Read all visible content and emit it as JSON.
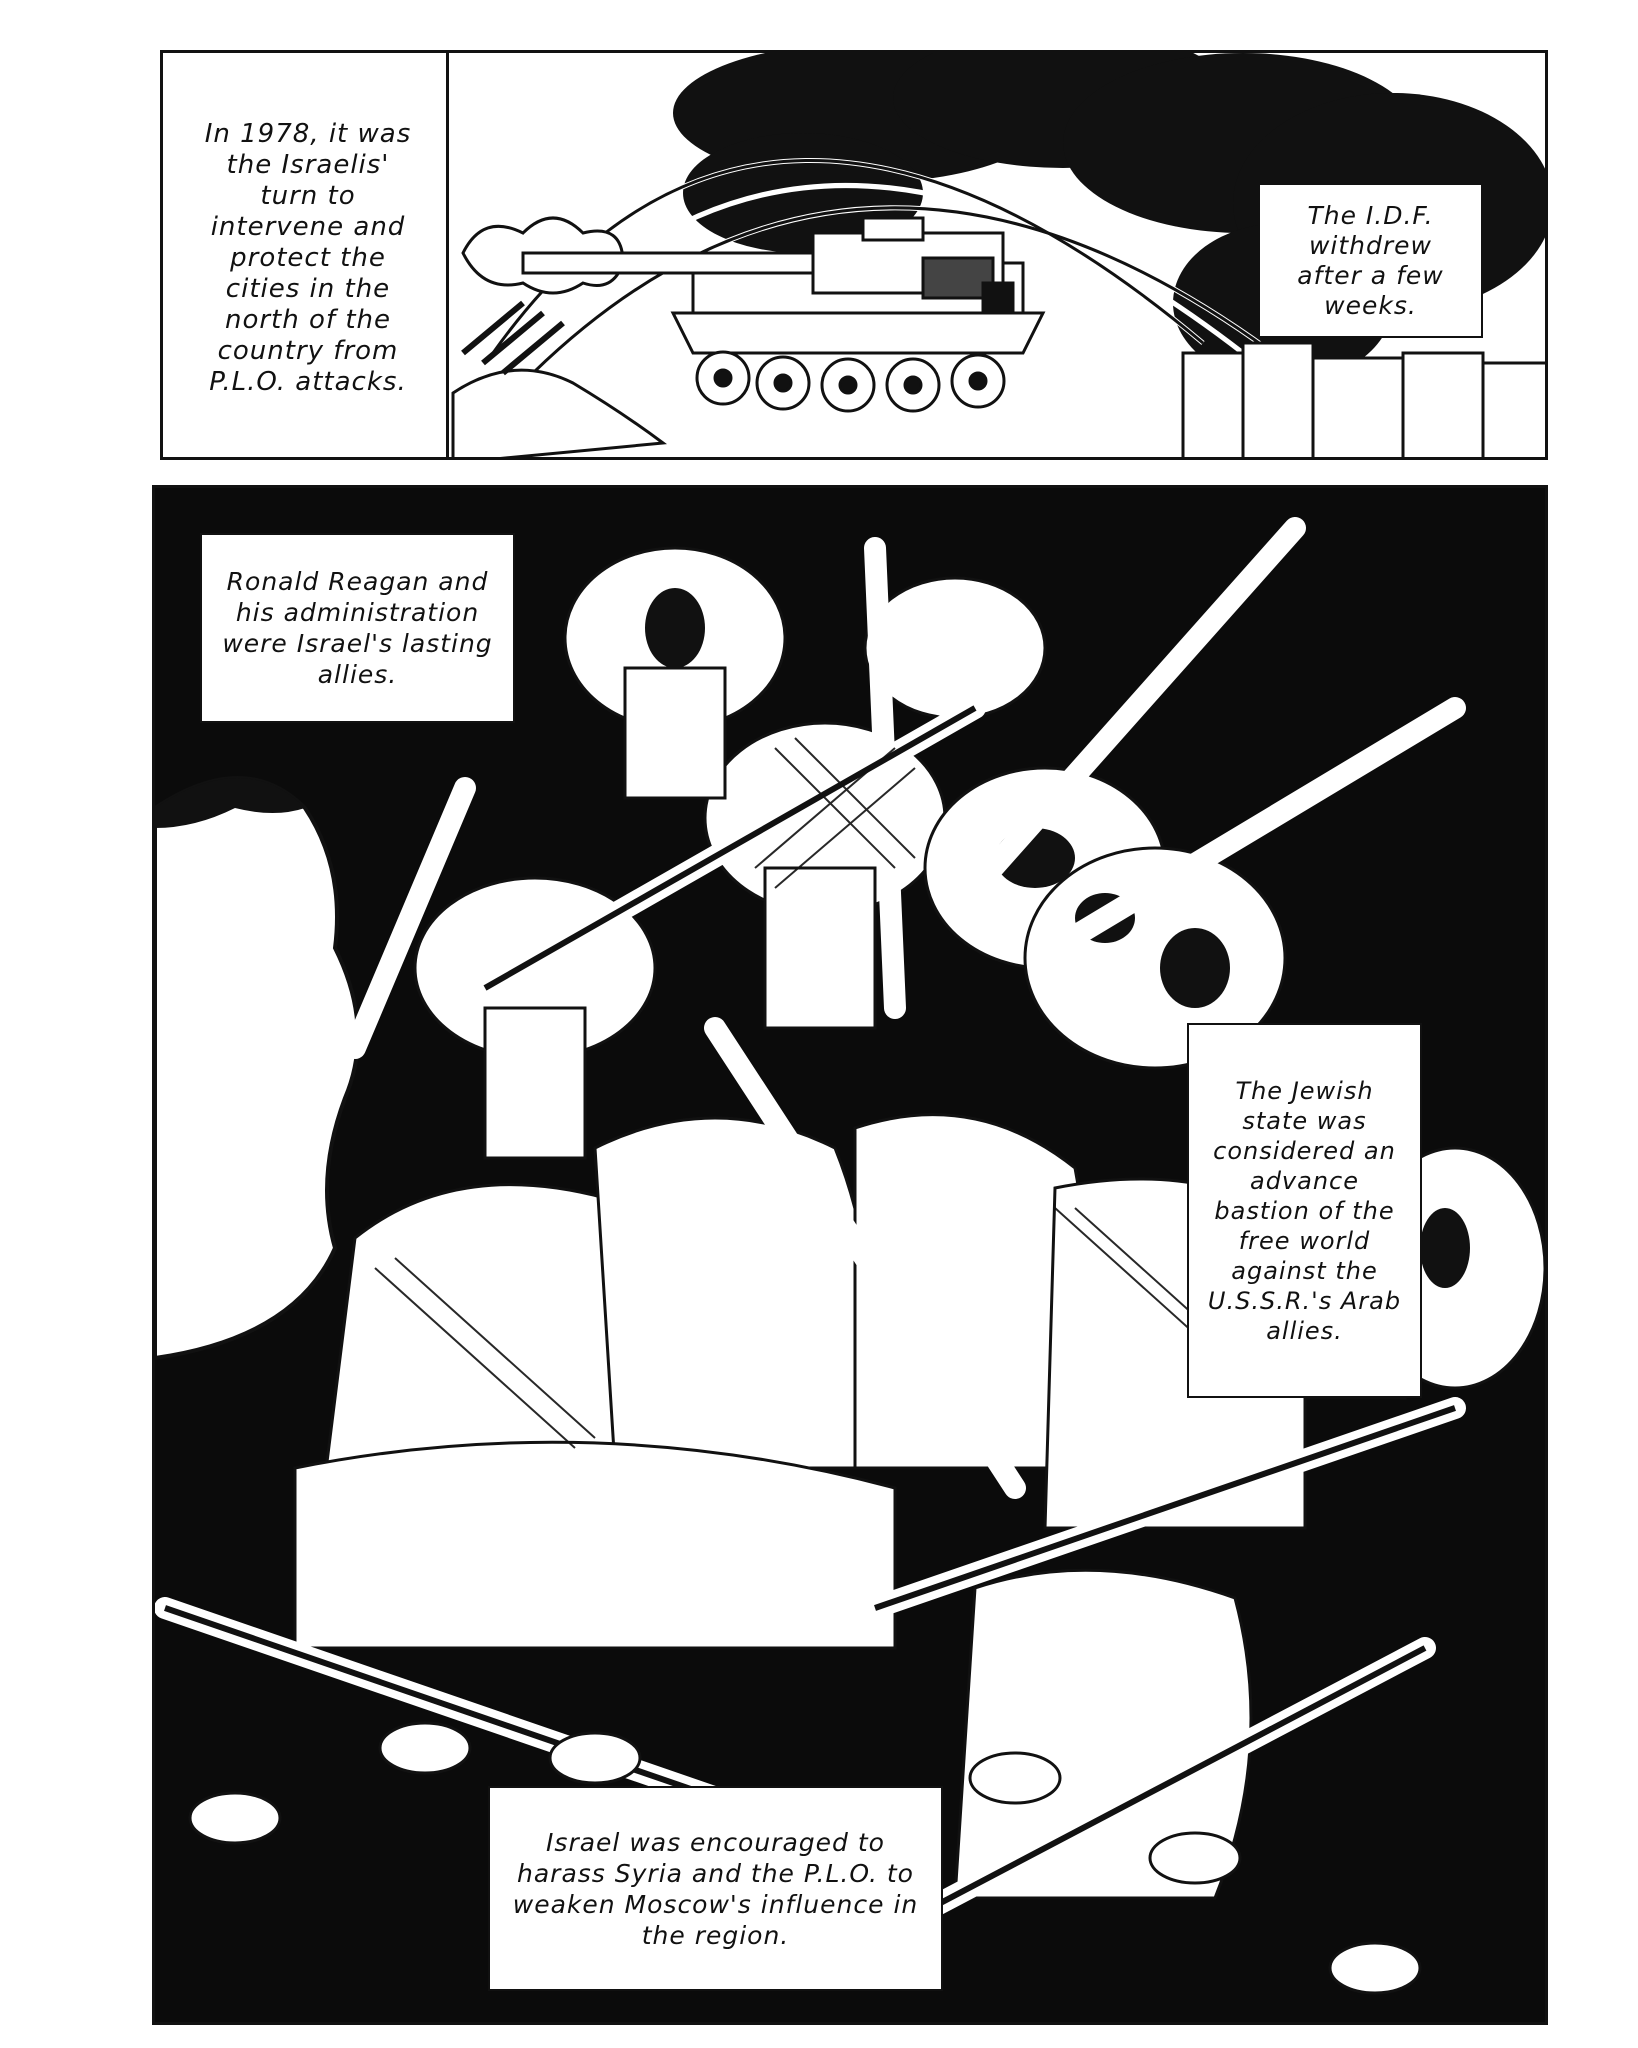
{
  "top_panel": {
    "caption_left": "In 1978, it was the Israelis' turn to intervene and protect the cities in the north of the country from P.L.O. attacks.",
    "caption_right": "The I.D.F. withdrew after a few weeks."
  },
  "bottom_panel": {
    "caption_reagan": "Ronald Reagan and his administration were Israel's lasting allies.",
    "caption_bastion": "The Jewish state was considered an advance bastion of the free world against the U.S.S.R.'s Arab allies.",
    "caption_syria": "Israel was encouraged to harass Syria and the P.L.O. to weaken Moscow's influence in the region."
  },
  "colors": {
    "ink": "#111111",
    "paper": "#ffffff"
  }
}
